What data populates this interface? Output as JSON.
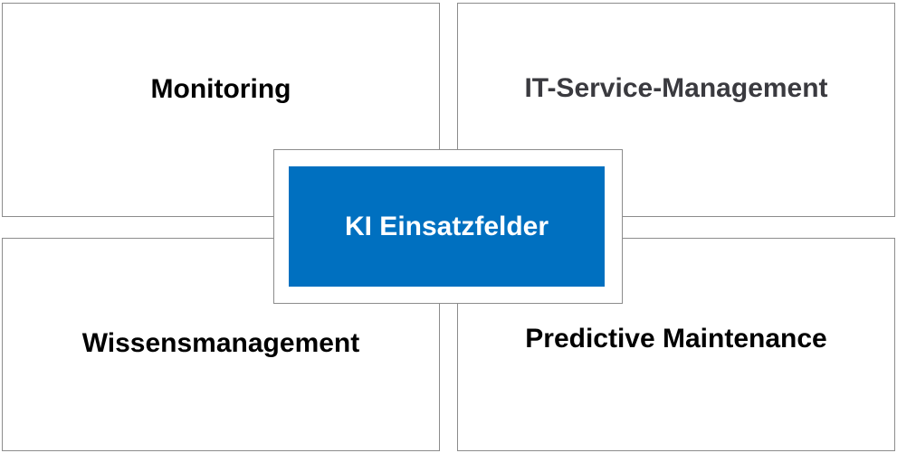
{
  "diagram": {
    "center": {
      "label": "KI Einsatzfelder",
      "color": "#0070c0",
      "text_color": "#ffffff"
    },
    "quadrants": {
      "top_left": {
        "label": "Monitoring",
        "text_color": "#000000"
      },
      "top_right": {
        "label": "IT-Service-Management",
        "text_color": "#3a3a3f"
      },
      "bottom_left": {
        "label": "Wissensmanagement",
        "text_color": "#000000"
      },
      "bottom_right": {
        "label": "Predictive Maintenance",
        "text_color": "#000000"
      }
    },
    "border_color": "#8c8c8c"
  }
}
